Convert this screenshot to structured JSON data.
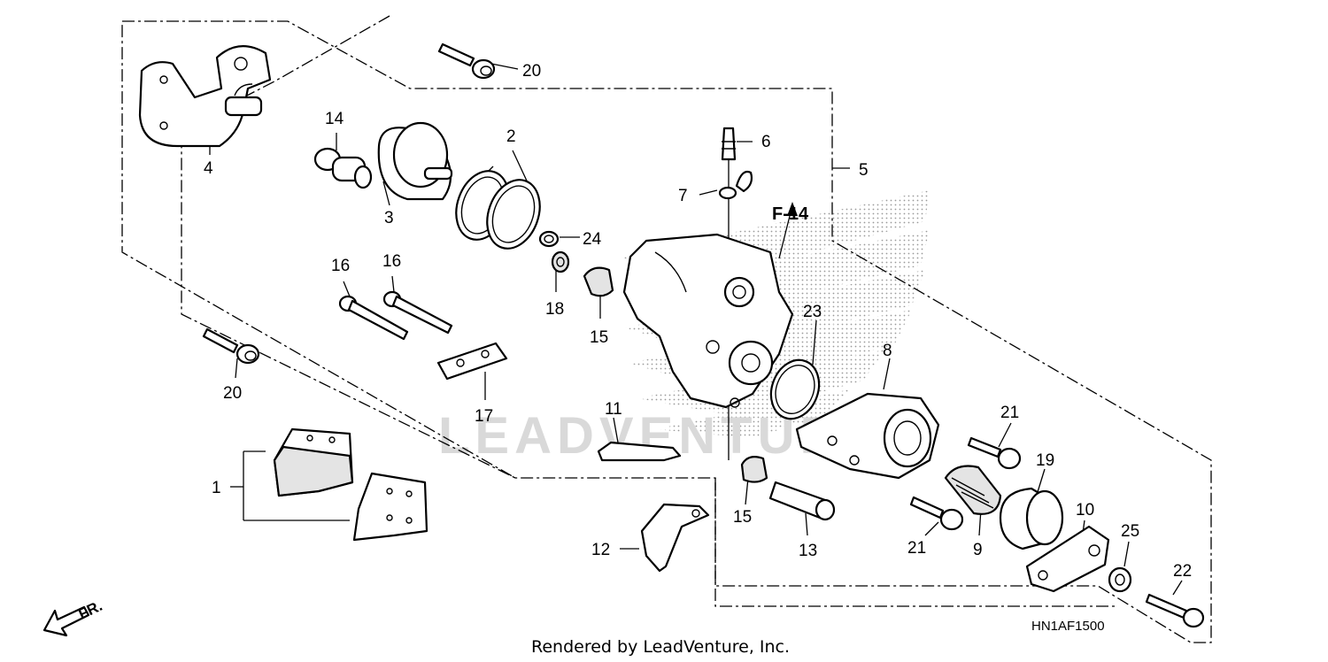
{
  "diagram": {
    "figure_code": "HN1AF1500",
    "credit": "Rendered by LeadVenture, Inc.",
    "watermark": "LEADVENTURE",
    "direction_label": "FR.",
    "reference_label": "F-14",
    "callouts": {
      "c1": "1",
      "c2": "2",
      "c3": "3",
      "c4": "4",
      "c5": "5",
      "c6": "6",
      "c7": "7",
      "c8": "8",
      "c9": "9",
      "c10": "10",
      "c11": "11",
      "c12": "12",
      "c13": "13",
      "c14": "14",
      "c15a": "15",
      "c15b": "15",
      "c16a": "16",
      "c16b": "16",
      "c17": "17",
      "c18": "18",
      "c19": "19",
      "c20a": "20",
      "c20b": "20",
      "c21a": "21",
      "c21b": "21",
      "c22": "22",
      "c23": "23",
      "c24": "24",
      "c25": "25"
    }
  }
}
